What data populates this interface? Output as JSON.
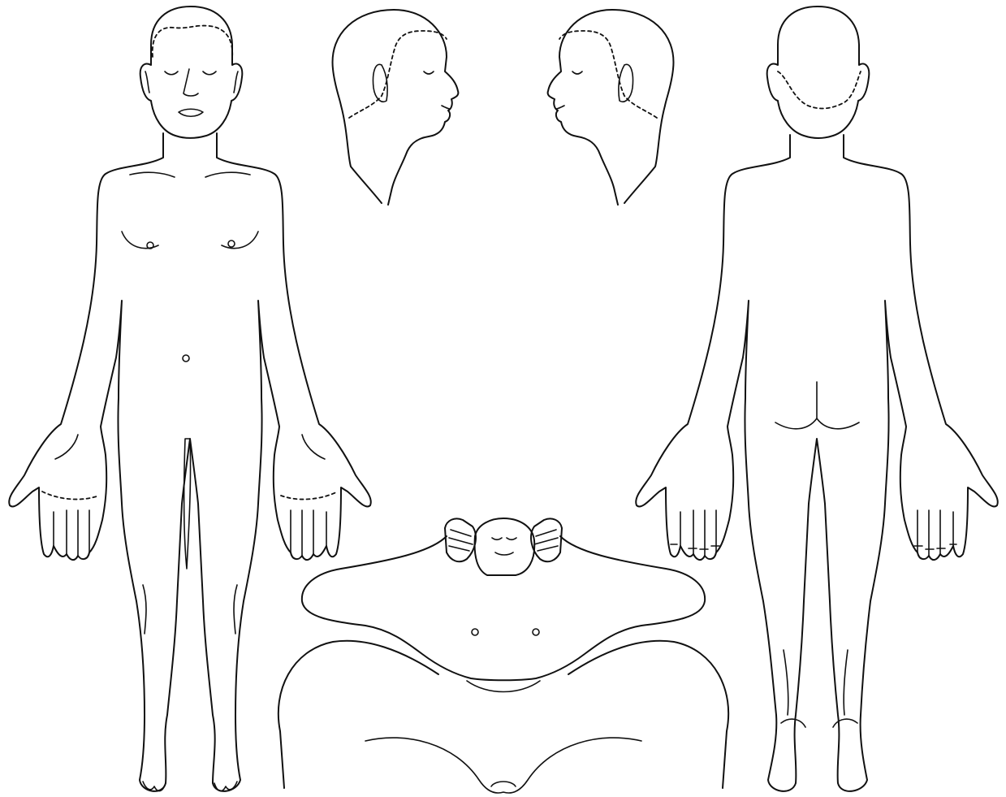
{
  "figure": {
    "views": [
      {
        "id": "front",
        "label": ""
      },
      {
        "id": "head-right-profile",
        "label": ""
      },
      {
        "id": "head-left-profile",
        "label": ""
      },
      {
        "id": "back",
        "label": ""
      },
      {
        "id": "lithotomy",
        "label": ""
      }
    ],
    "colors": {
      "line": "#111111",
      "background": "#ffffff"
    }
  }
}
